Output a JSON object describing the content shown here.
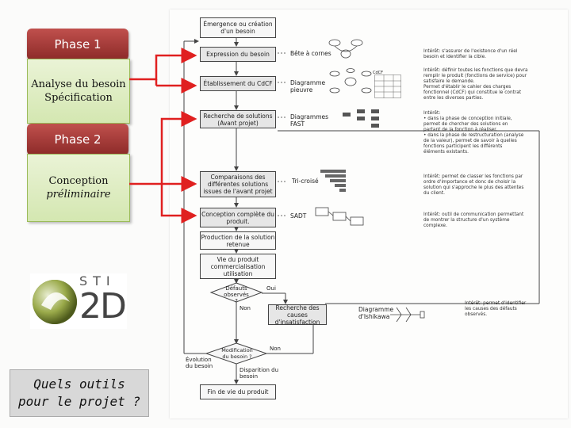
{
  "left": {
    "phase1_title": "Phase 1",
    "phase1_body": [
      "Analyse du besoin",
      "Spécification"
    ],
    "phase2_title": "Phase 2",
    "phase2_body": [
      "Conception",
      "préliminaire"
    ],
    "logo_top": "STI",
    "logo_main": "2D",
    "question": [
      "Quels outils",
      "pour le projet ?"
    ]
  },
  "flow": {
    "emergence": [
      "Émergence ou création",
      "d'un besoin"
    ],
    "expression": "Expression du besoin",
    "etablissement": "Établissement du CdCF",
    "recherche": [
      "Recherche de solutions",
      "(Avant projet)"
    ],
    "comparaisons": [
      "Comparaisons des",
      "différentes solutions",
      "issues de l'avant projet"
    ],
    "conception": [
      "Conception complète du",
      "produit."
    ],
    "production": [
      "Production de la solution",
      "retenue"
    ],
    "vie": [
      "Vie du produit",
      "commercialisation",
      "utilisation"
    ],
    "defauts": [
      "Défauts",
      "observés ?"
    ],
    "oui": "Oui",
    "non1": "Non",
    "recherche_causes": [
      "Recherche des causes",
      "d'insatisfaction"
    ],
    "modification": [
      "Modification",
      "du besoin ?"
    ],
    "non2": "Non",
    "evolution": [
      "Évolution",
      "du besoin"
    ],
    "disparition": [
      "Disparition du",
      "besoin"
    ],
    "fin": "Fin de vie du produit"
  },
  "tools": {
    "bete": "Bête à cornes",
    "diagramme_pieuvre": [
      "Diagramme",
      "pieuvre"
    ],
    "cdcf_label": "CdCF",
    "fast": [
      "Diagrammes",
      "FAST"
    ],
    "tricroise": "Tri-croisé",
    "sadt": "SADT",
    "ishikawa": [
      "Diagramme",
      "d'Ishikawa"
    ]
  },
  "notes": {
    "n1": [
      "Intérêt: s'assurer de l'existence d'un réel",
      "besoin et identifier la cible."
    ],
    "n2": [
      "Intérêt: définir toutes les fonctions que devra",
      "remplir le produit (fonctions de service) pour",
      "satisfaire le demande.",
      "Permet d'établir le cahier des charges",
      "fonctionnel (CdCF) qui constitue le contrat",
      "entre les diverses parties."
    ],
    "n3": [
      "Intérêt:",
      "• dans la phase de conception initiale,",
      "  permet de chercher des solutions en",
      "  partant de la fonction à réaliser.",
      "• dans la phase de restructuration (analyse",
      "  de la valeur), permet de savoir à quelles",
      "  fonctions participent les différents",
      "  éléments existants."
    ],
    "n4": [
      "Intérêt: permet de classer les fonctions par",
      "ordre d'importance et donc de choisir la",
      "solution qui s'approche le plus des attentes",
      "du client."
    ],
    "n5": [
      "Intérêt: outil de communication permettant",
      "de montrer la structure d'un système",
      "complexe."
    ],
    "n6": [
      "Intérêt: permet d'identifier",
      "les causes des défauts",
      "observés."
    ]
  }
}
